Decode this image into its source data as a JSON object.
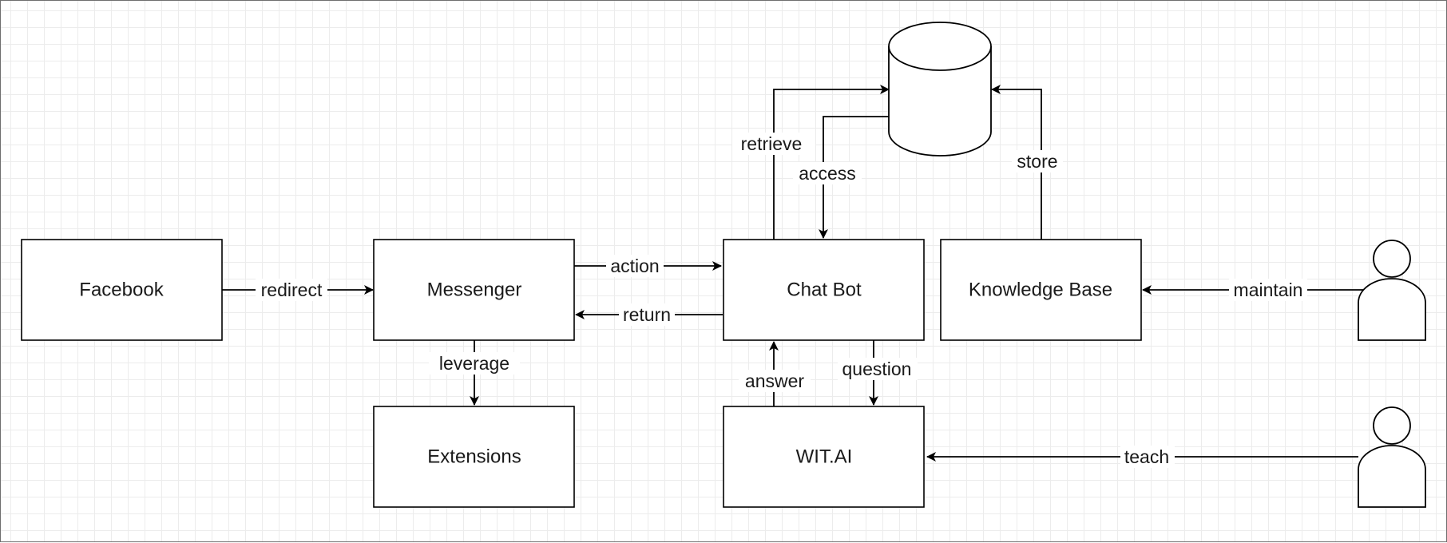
{
  "diagram": {
    "nodes": {
      "facebook": "Facebook",
      "messenger": "Messenger",
      "chatbot": "Chat Bot",
      "knowledge_base": "Knowledge Base",
      "extensions": "Extensions",
      "witai": "WIT.AI"
    },
    "edges": {
      "redirect": "redirect",
      "action": "action",
      "return": "return",
      "leverage": "leverage",
      "retrieve": "retrieve",
      "access": "access",
      "store": "store",
      "answer": "answer",
      "question": "question",
      "maintain": "maintain",
      "teach": "teach"
    },
    "icons": {
      "database": "database-icon",
      "maintainer": "person-icon",
      "teacher": "person-icon"
    }
  }
}
